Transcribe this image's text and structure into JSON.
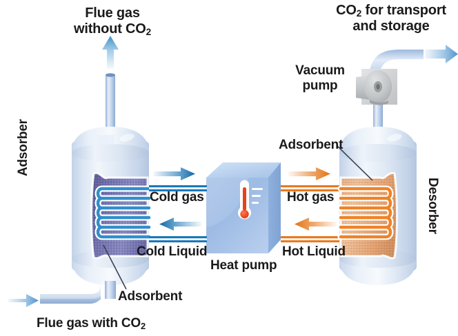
{
  "diagram": {
    "title_alt": "Adsorption based CO2 capture with heat pump",
    "labels": {
      "flue_gas_out_l1": "Flue gas",
      "flue_gas_out_l2": "without CO",
      "flue_gas_out_sub": "2",
      "co2_transport_l1": "CO",
      "co2_transport_sub": "2",
      "co2_transport_l1b": " for transport",
      "co2_transport_l2": "and storage",
      "vacuum_pump_l1": "Vacuum",
      "vacuum_pump_l2": "pump",
      "adsorber": "Adsorber",
      "desorber": "Desorber",
      "adsorbent_left": "Adsorbent",
      "adsorbent_right": "Adsorbent",
      "cold_gas": "Cold gas",
      "cold_liquid": "Cold Liquid",
      "hot_gas": "Hot gas",
      "hot_liquid": "Hot Liquid",
      "heat_pump": "Heat pump",
      "flue_gas_in": "Flue gas with CO",
      "flue_gas_in_sub": "2"
    },
    "icons": {
      "thermometer": "thermometer-icon",
      "pump_motor": "pump-motor-icon",
      "arrow_up": "arrow-up-icon",
      "arrow_right": "arrow-right-icon",
      "arrow_left": "arrow-left-icon"
    },
    "colors": {
      "cold_pipe": "#1a78b8",
      "hot_pipe": "#e8791e",
      "vessel_body": "#d3deef",
      "vessel_light": "#eef3fa",
      "adsorber_bed": "#6c6ba8",
      "desorber_bed": "#e6a578",
      "heat_pump_face": "#9dbbe4",
      "heat_pump_top": "#bcd5f0",
      "pipe_blue": "#9fbfe4",
      "pump_gray": "#b9bcbe",
      "text": "#1a1a1a",
      "background": "#ffffff",
      "thermometer_bulb": "#e8411c"
    },
    "flows": [
      {
        "name": "flue-gas-inlet",
        "direction": "right",
        "color": "#8fb8dc"
      },
      {
        "name": "flue-gas-outlet",
        "direction": "up",
        "color": "#3f8fc4"
      },
      {
        "name": "cold-gas",
        "direction": "right",
        "color": "#1a78b8"
      },
      {
        "name": "cold-liquid",
        "direction": "left",
        "color": "#1a78b8"
      },
      {
        "name": "hot-gas",
        "direction": "right",
        "color": "#e8791e"
      },
      {
        "name": "hot-liquid",
        "direction": "left",
        "color": "#e8791e"
      },
      {
        "name": "co2-outlet",
        "direction": "right",
        "color": "#4a92cf"
      }
    ]
  }
}
